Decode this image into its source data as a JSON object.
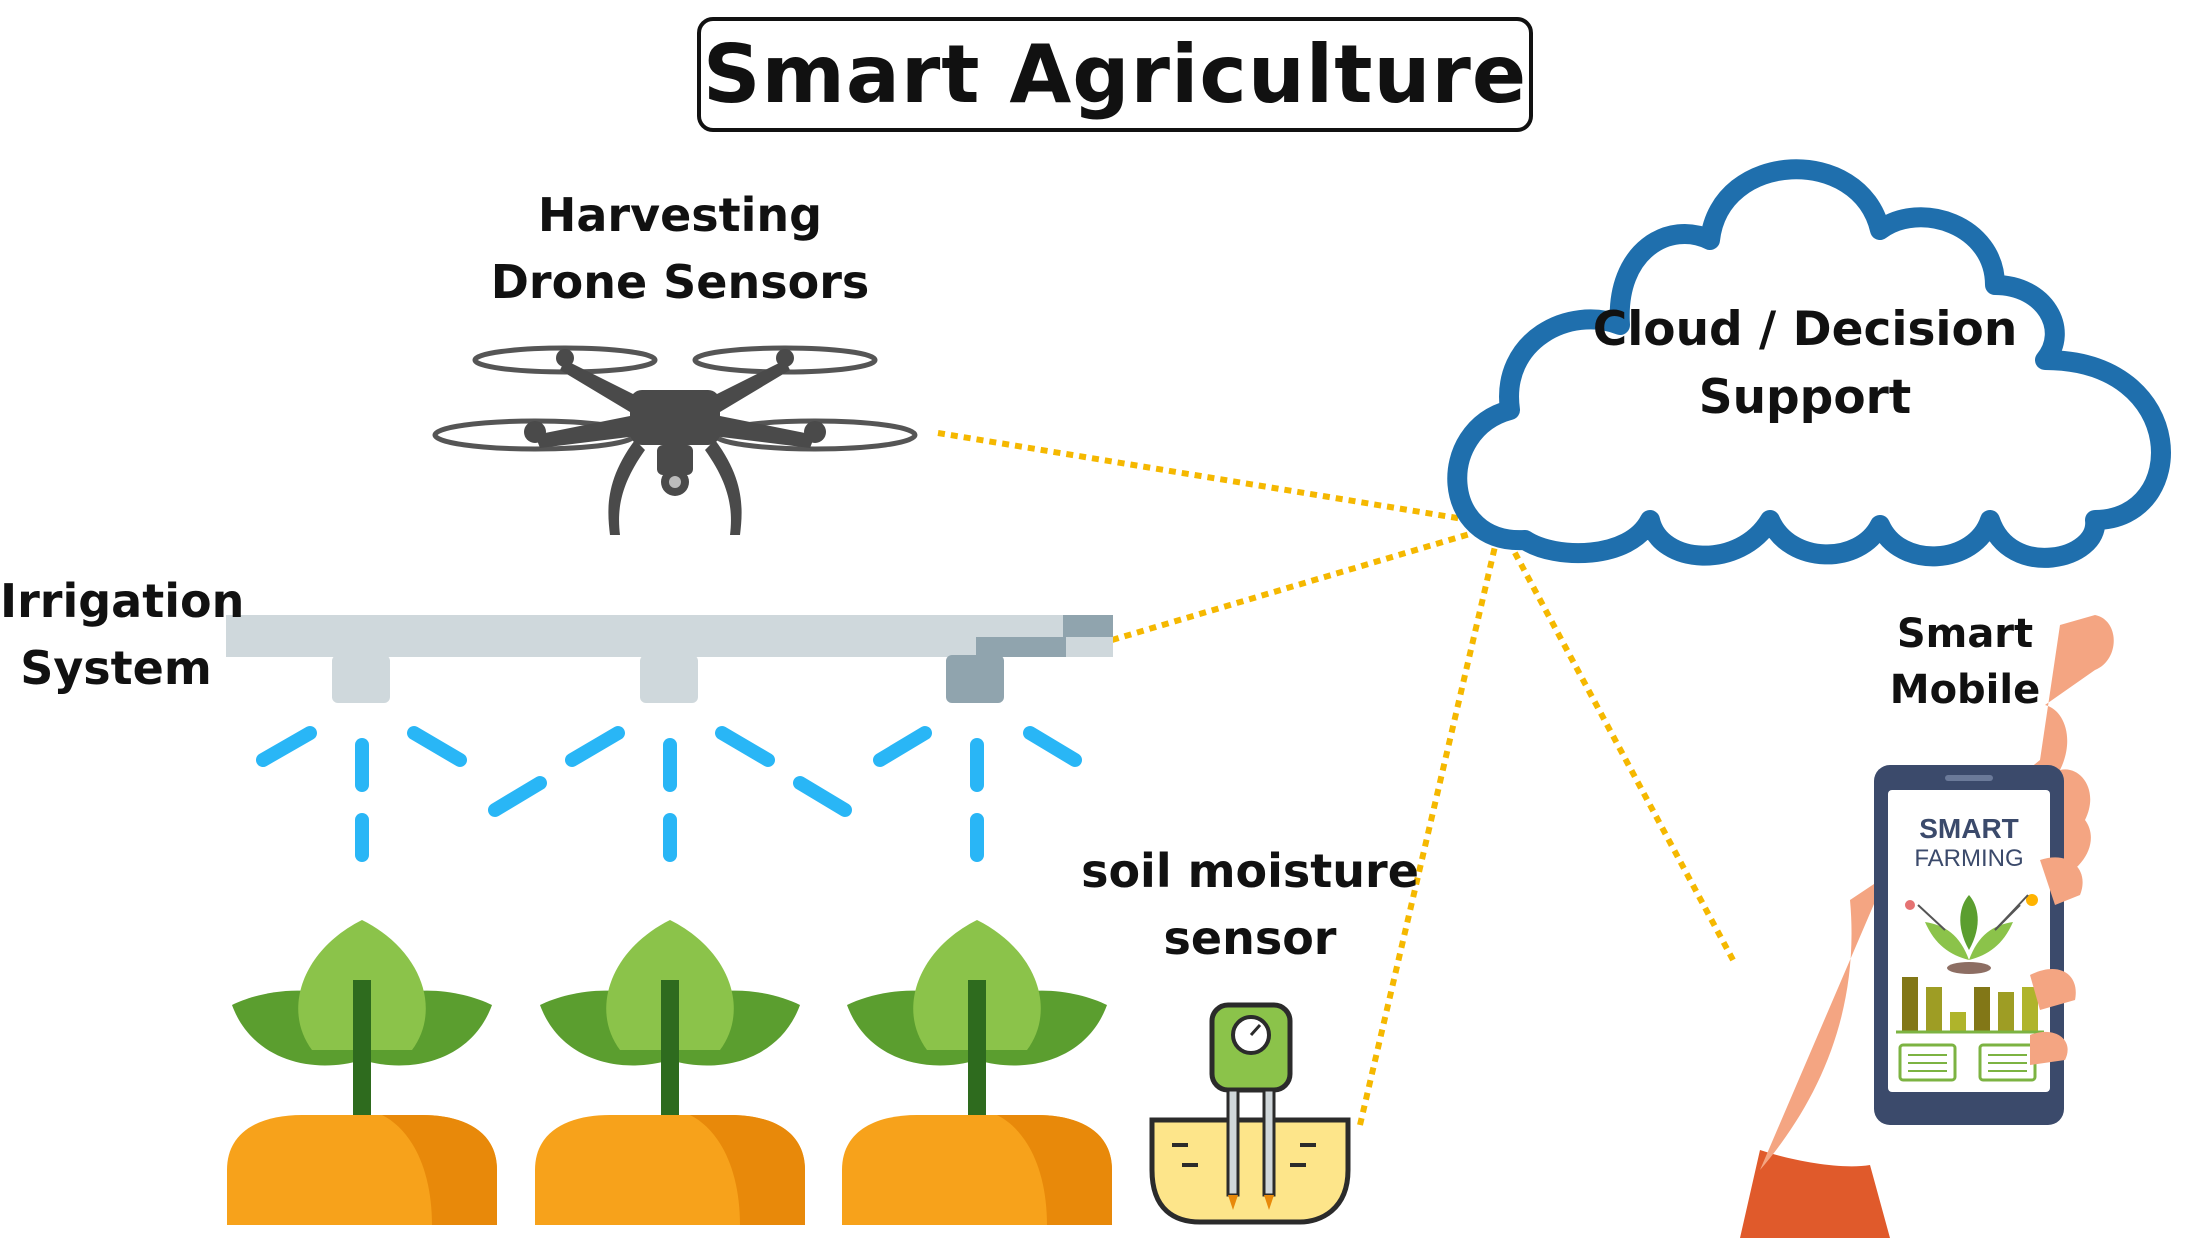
{
  "title": "Smart Agriculture",
  "nodes": {
    "drone": {
      "line1": "Harvesting",
      "line2": "Drone Sensors"
    },
    "irrigation": {
      "line1": "Irrigation",
      "line2": "System"
    },
    "cloud": {
      "line1": "Cloud / Decision",
      "line2": "Support"
    },
    "mobile": {
      "line1": "Smart",
      "line2": "Mobile"
    },
    "soil": {
      "line1": "soil moisture",
      "line2": "sensor"
    }
  },
  "phone_screen": {
    "line1": "SMART",
    "line2": "FARMING",
    "bars": [
      0.55,
      0.45,
      0.2,
      0.45,
      0.4,
      0.45
    ]
  },
  "colors": {
    "connector": "#f5b800",
    "cloud_stroke": "#1f6fad",
    "water": "#29b6f6",
    "pipe": "#cfd8dc",
    "leaf_dark": "#5b9e2f",
    "leaf_light": "#8bc34a",
    "stem": "#2e6b1e",
    "soil": "#f7a21b",
    "soil_dark": "#e8890a",
    "phone": "#3b4a6b",
    "skin": "#f4a582"
  }
}
